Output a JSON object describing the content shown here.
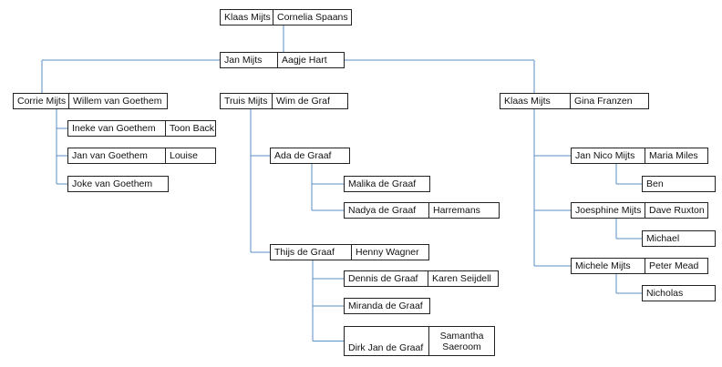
{
  "root": {
    "id": "n0",
    "person": "Klaas Mijts",
    "spouse": "Cornelia Spaans",
    "children": [
      {
        "id": "n1",
        "person": "Jan Mijts",
        "spouse": "Aagje Hart",
        "children": [
          {
            "id": "n2",
            "person": "Corrie Mijts",
            "spouse": "Willem van Goethem",
            "children": [
              {
                "id": "n5",
                "person": "Ineke van Goethem",
                "spouse": "Toon Back"
              },
              {
                "id": "n6",
                "person": "Jan van Goethem",
                "spouse": "Louise"
              },
              {
                "id": "n7",
                "person": "Joke van Goethem"
              }
            ]
          },
          {
            "id": "n3",
            "person": "Truis Mijts",
            "spouse": "Wim de Graf",
            "children": [
              {
                "id": "n8",
                "person": "Ada de Graaf",
                "children": [
                  {
                    "id": "n10",
                    "person": "Malika de Graaf"
                  },
                  {
                    "id": "n11",
                    "person": "Nadya de Graaf",
                    "spouse": "Harremans"
                  }
                ]
              },
              {
                "id": "n9",
                "person": "Thijs de Graaf",
                "spouse": "Henny Wagner",
                "children": [
                  {
                    "id": "n12",
                    "person": "Dennis de Graaf",
                    "spouse": "Karen Seijdell"
                  },
                  {
                    "id": "n13",
                    "person": "Miranda de Graaf"
                  },
                  {
                    "id": "n14",
                    "person": "Dirk Jan de Graaf",
                    "spouse": "Samantha Saeroom"
                  }
                ]
              }
            ]
          },
          {
            "id": "n4",
            "person": "Klaas Mijts",
            "spouse": "Gina Franzen",
            "children": [
              {
                "id": "n15",
                "person": "Jan Nico Mijts",
                "spouse": "Maria Miles",
                "children": [
                  {
                    "id": "n18",
                    "person": "Ben"
                  }
                ]
              },
              {
                "id": "n16",
                "person": "Joesphine Mijts",
                "spouse": "Dave Ruxton",
                "children": [
                  {
                    "id": "n19",
                    "person": "Michael"
                  }
                ]
              },
              {
                "id": "n17",
                "person": "Michele Mijts",
                "spouse": "Peter Mead",
                "children": [
                  {
                    "id": "n20",
                    "person": "Nicholas"
                  }
                ]
              }
            ]
          }
        ]
      }
    ]
  },
  "style": {
    "line_color": "#5b8fc7",
    "border_color": "#222222"
  }
}
